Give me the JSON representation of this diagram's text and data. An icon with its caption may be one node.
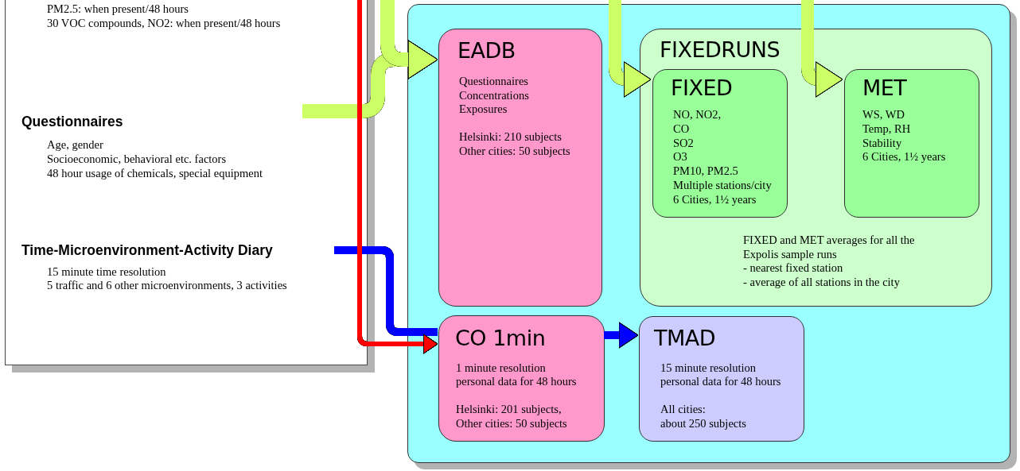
{
  "diagram": {
    "nodes": [
      {
        "text": [
          "PM2.5: when present/48 hours",
          "30 VOC compounds, NO2: when present/48 hours"
        ]
      },
      {
        "text": [
          "Questionnaires",
          "Age, gender",
          "Socioeconomic, behavioral etc. factors",
          "48 hour usage of chemicals, special equipment"
        ],
        "in": 0
      },
      {
        "text": [
          "Time-Microenvironment-Activity Diary",
          "15 minute time resolution",
          "5 traffic and 6 other microenvironments, 3 activities"
        ],
        "in": 0
      },
      {
        "text": [],
        "shape": "box"
      },
      {
        "text": [
          "EADB",
          "Questionnaires",
          "Concentrations",
          "Exposures",
          "Helsinki: 210 subjects",
          "Other cities: 50 subjects"
        ],
        "in": 3
      },
      {
        "text": [
          "FIXEDRUNS",
          "FIXED and MET averages for all the Expolis sample runs",
          "- nearest fixed station",
          "- average of all stations in the city"
        ],
        "in": 3
      },
      {
        "text": [
          "FIXED",
          "NO, NO2,",
          "CO",
          "SO2",
          "O3",
          "PM10, PM2.5",
          "Multiple stations/city",
          "6 Cities, 1½ years"
        ],
        "in": 5
      },
      {
        "text": [
          "MET",
          "WS, WD",
          "Temp, RH",
          "Stability",
          "6 Cities, 1½ years"
        ],
        "in": 5
      },
      {
        "text": [
          "CO 1min",
          "1 minute resolution",
          "personal data for 48 hours",
          "Helsinki: 201 subjects,",
          "Other cities: 50 subjects"
        ],
        "in": 3
      },
      {
        "text": [
          "TMAD",
          "15 minute resolution",
          "personal data for 48 hours",
          "All cities:",
          "about 250 subjects"
        ],
        "in": 3
      }
    ],
    "edges": [
      {
        "from": 1,
        "to": 4,
        "arrow": "to"
      },
      {
        "from": null,
        "to": 4,
        "arrow": "to"
      },
      {
        "from": null,
        "to": 6,
        "arrow": "to"
      },
      {
        "from": null,
        "to": 7,
        "arrow": "to"
      },
      {
        "from": 0,
        "to": 8,
        "arrow": "to",
        "color": "#ff0000"
      },
      {
        "from": 2,
        "to": 8,
        "arrow": "none",
        "color": "#0000ff"
      },
      {
        "from": 8,
        "to": 9,
        "arrow": "to",
        "color": "#0000ff"
      }
    ]
  }
}
